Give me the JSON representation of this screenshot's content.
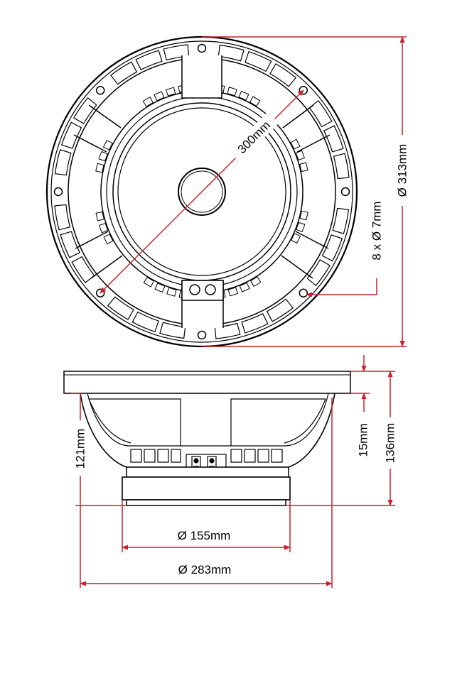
{
  "dimensions": {
    "bolt_circle": "300mm",
    "outer_diameter": "Ø 313mm",
    "mounting_holes": "8 x Ø 7mm",
    "overall_depth": "136mm",
    "flange_thickness": "15mm",
    "body_depth": "121mm",
    "magnet_diameter": "Ø 155mm",
    "cutout_diameter": "Ø 283mm"
  },
  "colors": {
    "dimension_line": "#cc1f2f",
    "outline": "#000000",
    "background": "#ffffff"
  },
  "icons": {
    "arrowhead": "filled-triangle"
  }
}
